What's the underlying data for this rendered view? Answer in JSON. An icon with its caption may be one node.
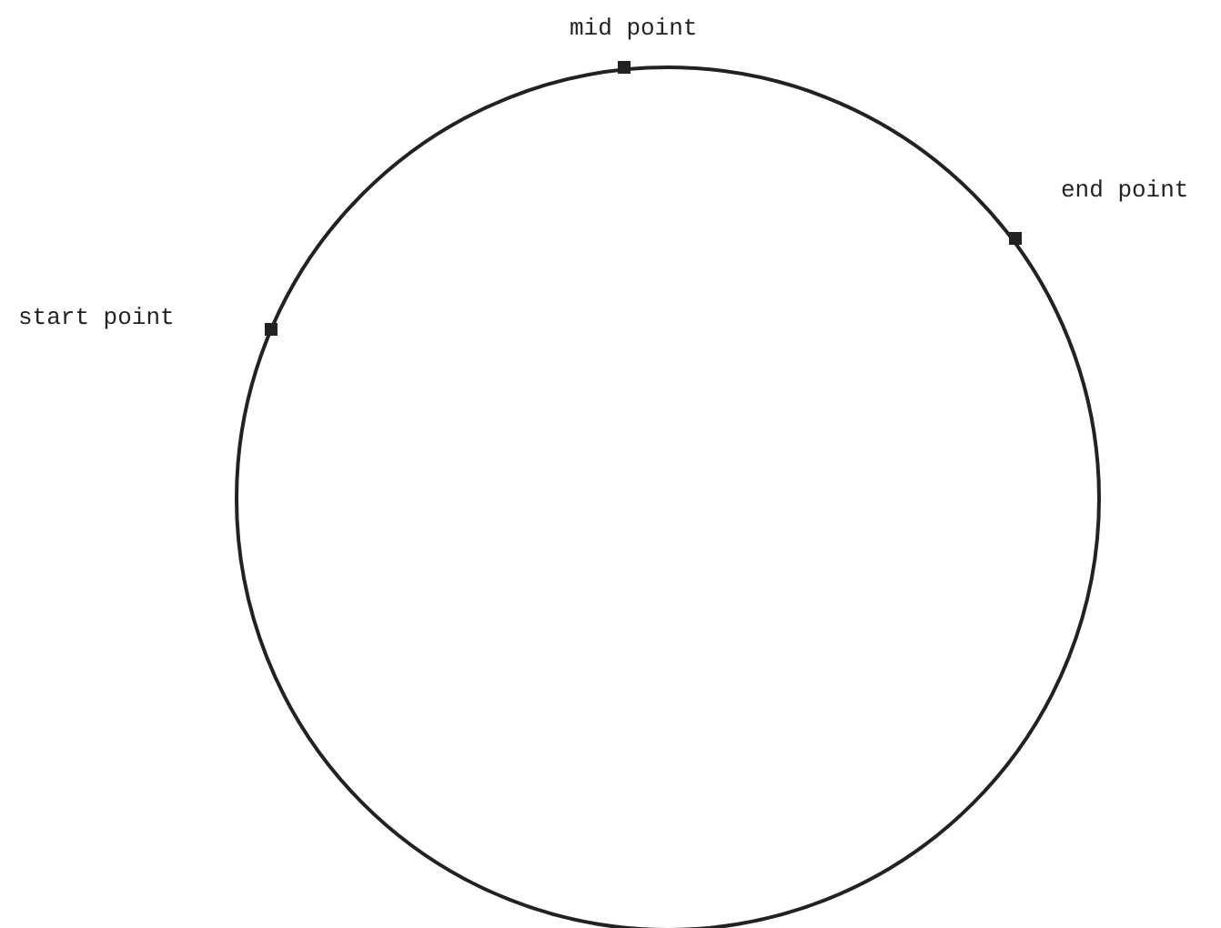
{
  "diagram": {
    "labels": [
      "mid point",
      "end point",
      "start point"
    ]
  }
}
